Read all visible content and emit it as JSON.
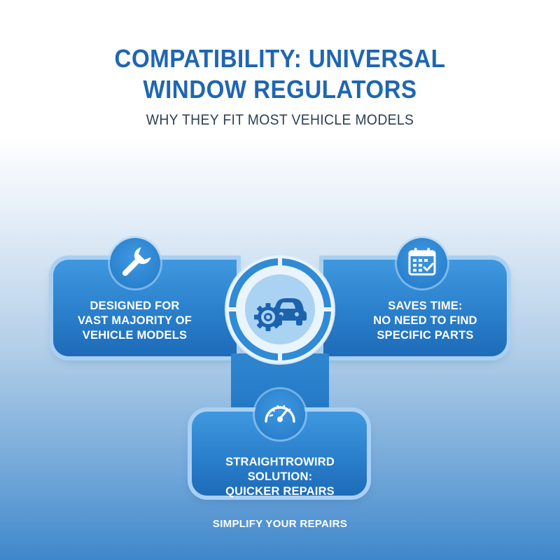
{
  "title": {
    "line1": "COMPATIBILITY: UNIVERSAL",
    "line2": "WINDOW REGULATORS"
  },
  "subtitle": "WHY THEY FIT MOST VEHICLE MODELS",
  "cards": {
    "left": {
      "icon": "wrench-icon",
      "lines": [
        "DESIGNED FOR",
        "VAST MAJORITY OF",
        "VEHICLE MODELS"
      ]
    },
    "right": {
      "icon": "calendar-icon",
      "lines": [
        "SAVES TIME:",
        "NO NEED TO FIND",
        "SPECIFIC PARTS"
      ]
    },
    "bottom": {
      "icon": "speedometer-icon",
      "lines": [
        "STRAIGHTROWIRD SOLUTION:",
        "QUICKER REPAIRS"
      ]
    }
  },
  "hub": {
    "icon": "car-gear-icon"
  },
  "footer": "SIMPLIFY YOUR REPAIRS",
  "colors": {
    "title": "#1f66b1",
    "panel": "#2a7fcb",
    "panel_border": "#a9d0f3",
    "text_light": "#ffffff"
  }
}
